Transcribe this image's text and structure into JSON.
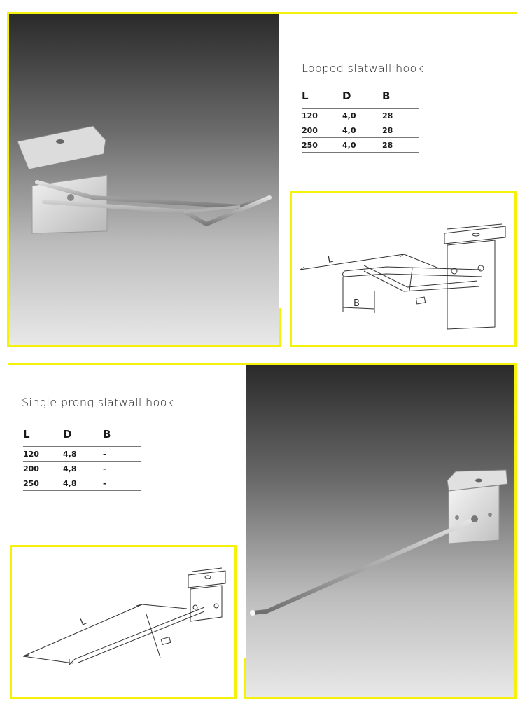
{
  "looped": {
    "title": "Looped slatwall hook",
    "headers": [
      "L",
      "D",
      "B"
    ],
    "rows": [
      [
        "120",
        "4,0",
        "28"
      ],
      [
        "200",
        "4,0",
        "28"
      ],
      [
        "250",
        "4,0",
        "28"
      ]
    ],
    "diagram_labels": {
      "length": "L",
      "width": "B"
    }
  },
  "single": {
    "title": "Single prong slatwall hook",
    "headers": [
      "L",
      "D",
      "B"
    ],
    "rows": [
      [
        "120",
        "4,8",
        "-"
      ],
      [
        "200",
        "4,8",
        "-"
      ],
      [
        "250",
        "4,8",
        "-"
      ]
    ],
    "diagram_labels": {
      "length": "L"
    }
  },
  "colors": {
    "frame": "#f5f20a"
  }
}
